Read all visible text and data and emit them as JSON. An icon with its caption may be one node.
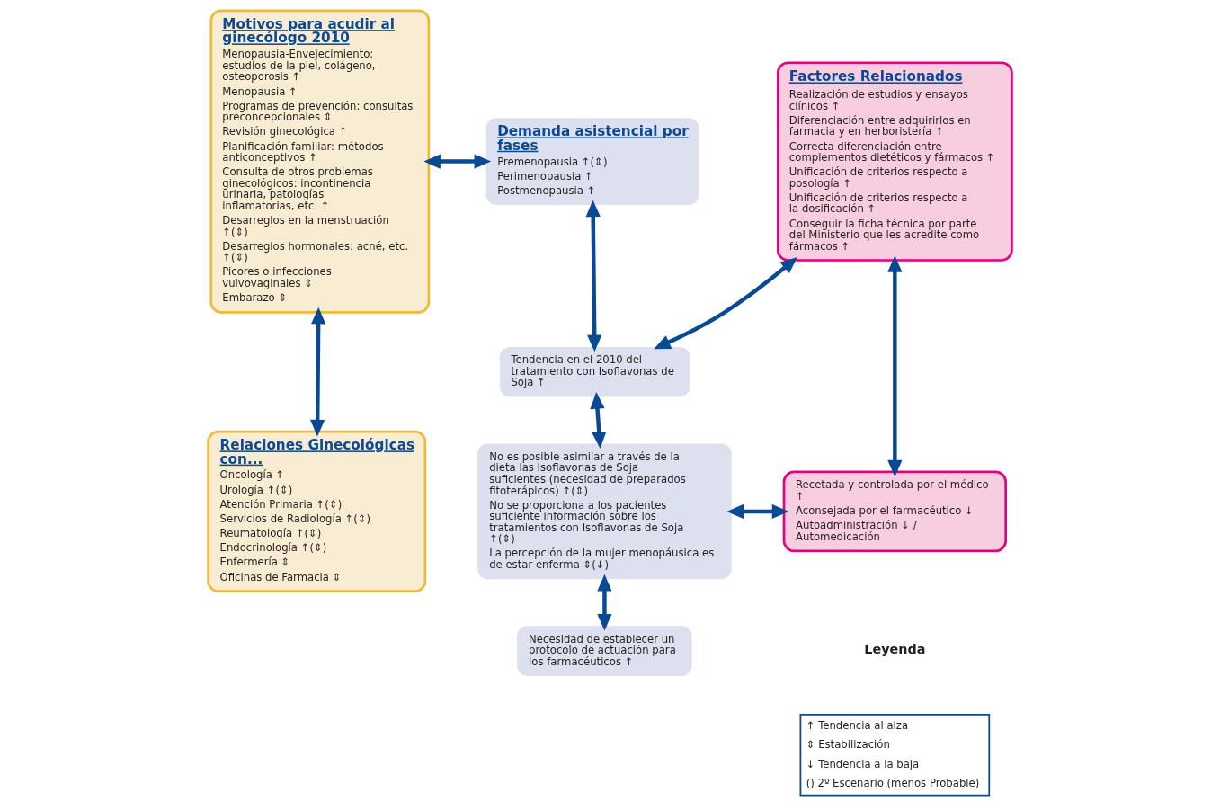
{
  "diagram": {
    "nodes": [
      {
        "text": [
          "Motivos para acudir al ginecólogo 2010",
          "Menopausia-Envejecimiento: estudios de la piel, colágeno, osteoporosis ↑",
          "Menopausia ↑",
          "Programas de prevención: consultas preconcepcionales ⇕",
          "Revisión ginecológica ↑",
          "Planificación familiar: métodos anticonceptivos ↑",
          "Consulta de otros problemas ginecológicos: incontinencia urinaria, patologías inflamatorias, etc. ↑",
          "Desarreglos en la menstruación ↑(⇕)",
          "Desarreglos hormonales: acné, etc. ↑(⇕)",
          "Picores o infecciones vulvovaginales ⇕",
          "Embarazo ⇕"
        ]
      },
      {
        "text": [
          "Demanda asistencial por fases",
          "Premenopausia ↑(⇕)",
          "Perimenopausia ↑",
          "Postmenopausia ↑"
        ]
      },
      {
        "text": [
          "Factores Relacionados",
          "Realización de estudios y ensayos clínicos ↑",
          "Diferenciación entre adquirirlos en farmacia y en herboristería ↑",
          "Correcta diferenciación entre complementos dietéticos y fármacos ↑",
          "Unificación de criterios respecto a posología ↑",
          "Unificación de criterios respecto a la dosificación ↑",
          "Conseguir la ficha técnica por parte del Ministerio que les acredite como fármacos ↑"
        ]
      },
      {
        "text": [
          "Relaciones Ginecológicas con...",
          "Oncología ↑",
          "Urología ↑(⇕)",
          "Atención Primaria ↑(⇕)",
          "Servicios de Radiología ↑(⇕)",
          "Reumatología ↑(⇕)",
          "Endocrinología ↑(⇕)",
          "Enfermería ⇕",
          "Oficinas de Farmacia ⇕"
        ]
      },
      {
        "text": [
          "Tendencia en el 2010 del tratamiento con Isoflavonas de Soja ↑"
        ]
      },
      {
        "text": [
          "No es posible asimilar a través de la dieta las Isoflavonas de Soja suficientes (necesidad de preparados fitoterápicos) ↑(⇕)",
          "No se proporciona a los pacientes suficiente información sobre los tratamientos con Isoflavonas de Soja ↑(⇕)",
          "La percepción de la mujer menopáusica es de estar enferma ⇕(↓)"
        ]
      },
      {
        "text": [
          "Recetada y controlada por el médico ↑",
          "Aconsejada por el farmacéutico ↓",
          "Autoadministración ↓ / Automedicación"
        ]
      },
      {
        "text": [
          "Necesidad de establecer un protocolo de actuación para los farmacéuticos ↑"
        ]
      }
    ],
    "edges": [
      {
        "from": 0,
        "to": 1,
        "arrow": "both"
      },
      {
        "from": 0,
        "to": 3,
        "arrow": "both"
      },
      {
        "from": 1,
        "to": 4,
        "arrow": "both"
      },
      {
        "from": 4,
        "to": 2,
        "arrow": "both"
      },
      {
        "from": 4,
        "to": 5,
        "arrow": "both"
      },
      {
        "from": 5,
        "to": 6,
        "arrow": "both"
      },
      {
        "from": 2,
        "to": 6,
        "arrow": "both"
      },
      {
        "from": 5,
        "to": 7,
        "arrow": "both"
      }
    ],
    "labels": [
      "Leyenda"
    ],
    "legend": [
      {
        "text": "↑ Tendencia al alza"
      },
      {
        "text": "⇕ Estabilización"
      },
      {
        "text": "↓ Tendencia a la baja"
      },
      {
        "text": "() 2º Escenario (menos Probable)"
      }
    ]
  }
}
